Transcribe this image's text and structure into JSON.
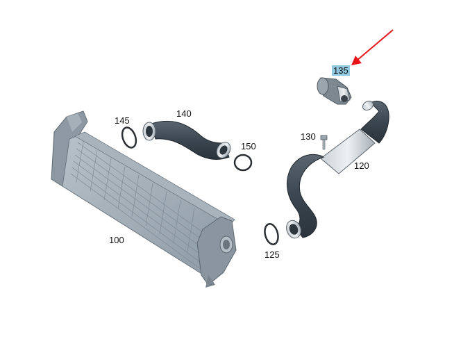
{
  "parts": {
    "intercooler": "100",
    "hose_right": "120",
    "o_ring_right": "125",
    "bolt": "130",
    "sensor": "135",
    "hose_upper": "140",
    "o_ring_left": "145",
    "o_ring_upper": "150"
  },
  "highlight": {
    "part": "135",
    "color": "#8fc8df",
    "arrow_color": "#e8141b"
  }
}
